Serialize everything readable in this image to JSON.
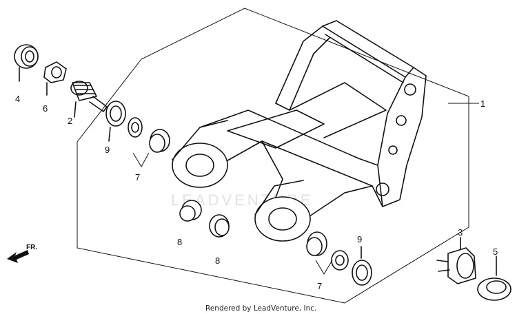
{
  "callouts": {
    "c1": "1",
    "c2": "2",
    "c3": "3",
    "c4": "4",
    "c5": "5",
    "c6": "6",
    "c7a": "7",
    "c7b": "7",
    "c8a": "8",
    "c8b": "8",
    "c9a": "9",
    "c9b": "9"
  },
  "direction_label": "FR.",
  "watermark": "LEADVENTURE",
  "footer": "Rendered by LeadVenture, Inc."
}
